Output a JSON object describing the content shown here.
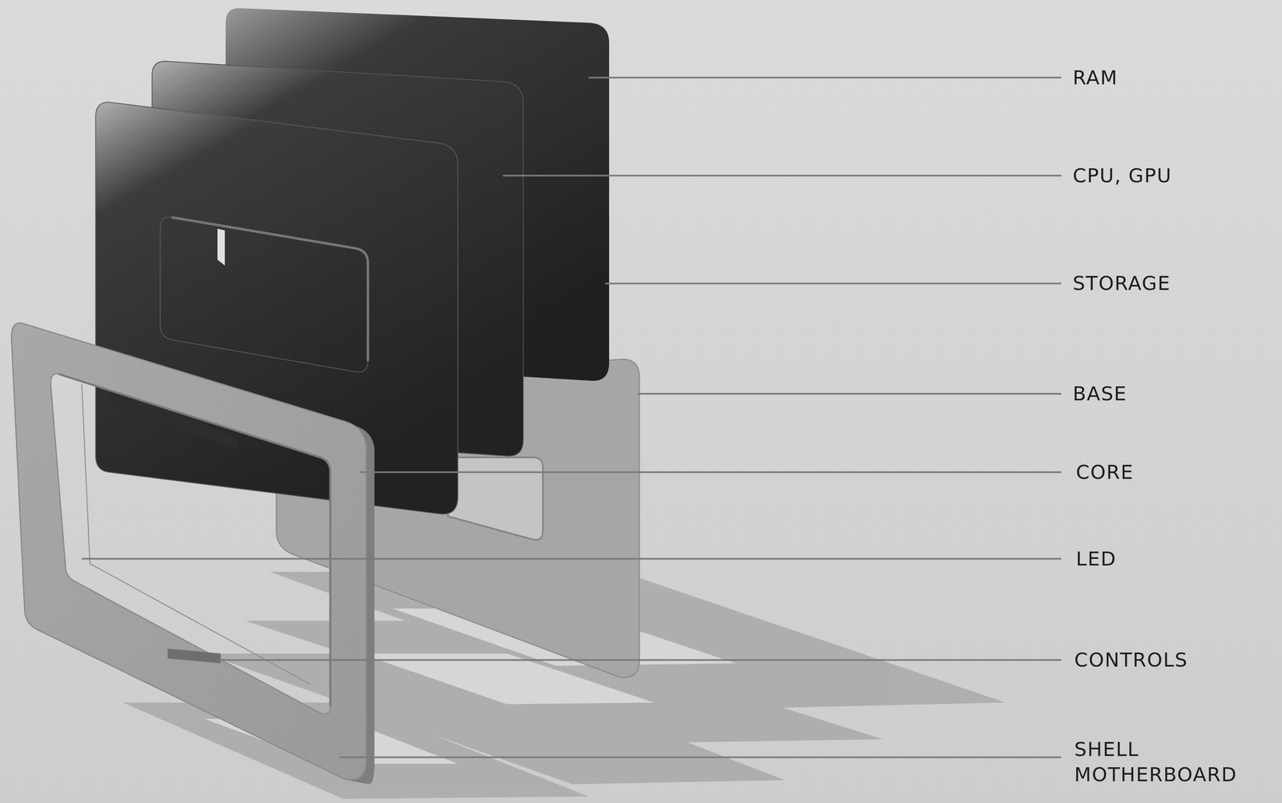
{
  "diagram": {
    "labels": [
      "RAM",
      "CPU, GPU",
      "STORAGE",
      "BASE",
      "CORE",
      "LED",
      "CONTROLS",
      "SHELL",
      "MOTHERBOARD"
    ]
  }
}
